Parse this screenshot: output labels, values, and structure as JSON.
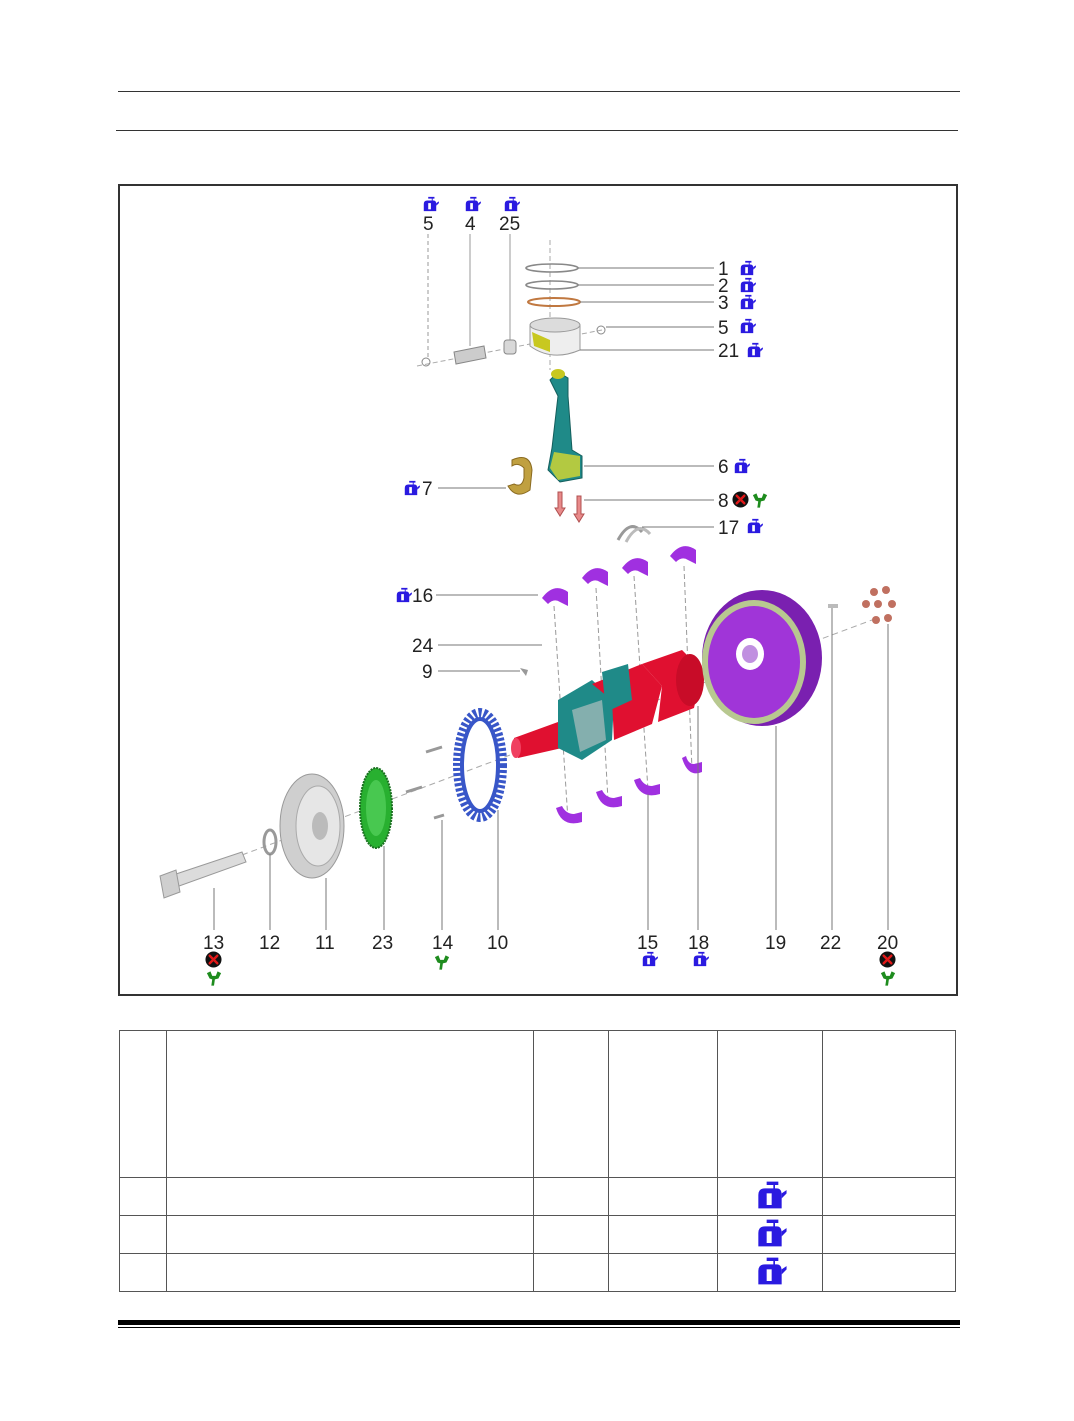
{
  "diagram": {
    "labels_top": [
      "5",
      "4",
      "25"
    ],
    "labels_right": [
      "1",
      "2",
      "3",
      "5",
      "21",
      "6",
      "8",
      "17"
    ],
    "labels_left": [
      "7",
      "16",
      "24",
      "9"
    ],
    "labels_bottom": [
      "13",
      "12",
      "11",
      "23",
      "14",
      "10",
      "15",
      "18",
      "19",
      "22",
      "20"
    ],
    "icons": {
      "oil_can": "oil-can-icon",
      "replace": "replace-x-icon",
      "torque": "torque-wrench-icon"
    },
    "colors": {
      "oil_can": "#2a1ae0",
      "replace": "#cc1111",
      "torque": "#1e8c1e",
      "crankshaft": "#e01030",
      "bearing": "#a030e0",
      "flywheel": "#a035d8",
      "ring_gear": "#b8c890",
      "rod": "#1f8a88",
      "ring_timing": "#3856c8",
      "gear": "#28b030"
    }
  },
  "table": {
    "rows": [
      {
        "num": "",
        "desc": "",
        "qty": "",
        "spec": "",
        "icon": "oil-can-icon",
        "note": ""
      },
      {
        "num": "",
        "desc": "",
        "qty": "",
        "spec": "",
        "icon": "oil-can-icon",
        "note": ""
      },
      {
        "num": "",
        "desc": "",
        "qty": "",
        "spec": "",
        "icon": "oil-can-icon",
        "note": ""
      }
    ]
  }
}
